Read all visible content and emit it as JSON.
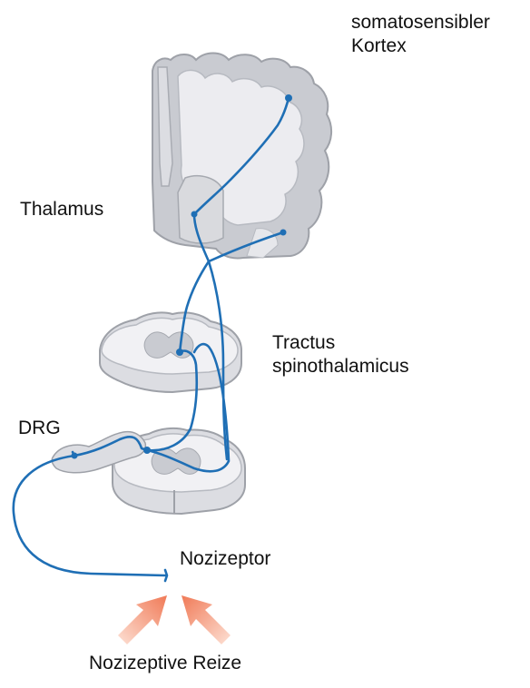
{
  "labels": {
    "cortex_line1": "somatosensibler",
    "cortex_line2": "Kortex",
    "thalamus": "Thalamus",
    "tract_line1": "Tractus",
    "tract_line2": "spinothalamicus",
    "drg": "DRG",
    "nociceptor": "Nozizeptor",
    "stimuli": "Nozizeptive Reize"
  },
  "colors": {
    "neuron": "#1f6fb5",
    "tissue_light": "#ececf0",
    "tissue_gray": "#c9cbd1",
    "tissue_dark": "#9ea1a8",
    "arrow": "#f07a57"
  }
}
